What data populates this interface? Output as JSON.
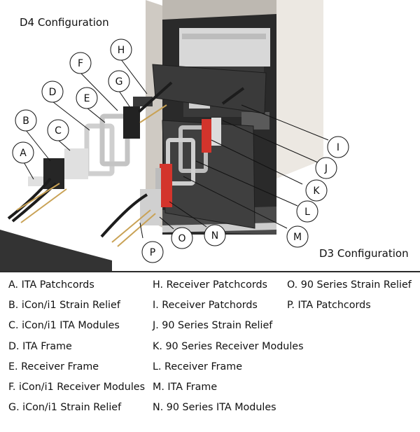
{
  "titles": {
    "d4": "D4 Configuration",
    "d3": "D3 Configuration"
  },
  "callouts": [
    "A",
    "B",
    "C",
    "D",
    "E",
    "F",
    "G",
    "H",
    "I",
    "J",
    "K",
    "L",
    "M",
    "N",
    "O",
    "P"
  ],
  "legend": {
    "column1": [
      "A. ITA Patchcords",
      "B. iCon/i1 Strain Relief",
      "C. iCon/i1 ITA Modules",
      "D. ITA Frame",
      "E. Receiver Frame",
      "F. iCon/i1 Receiver Modules",
      "G. iCon/i1 Strain Relief"
    ],
    "column2": [
      "H. Receiver Patchcords",
      "I. Receiver Patchords",
      "J. 90 Series Strain Relief",
      "K. 90 Series Receiver Modules",
      "L. Receiver Frame",
      "M. ITA Frame",
      "N. 90 Series ITA Modules"
    ],
    "column3": [
      "O. 90 Series Strain Relief",
      "P. ITA Patchcords"
    ]
  },
  "colors": {
    "cabinet": "#e9e5df",
    "panel": "#2e2e2e",
    "frame": "#c9c9c9",
    "module_red": "#d3342c",
    "cable": "#1c1c1c",
    "gold": "#c9a255"
  }
}
